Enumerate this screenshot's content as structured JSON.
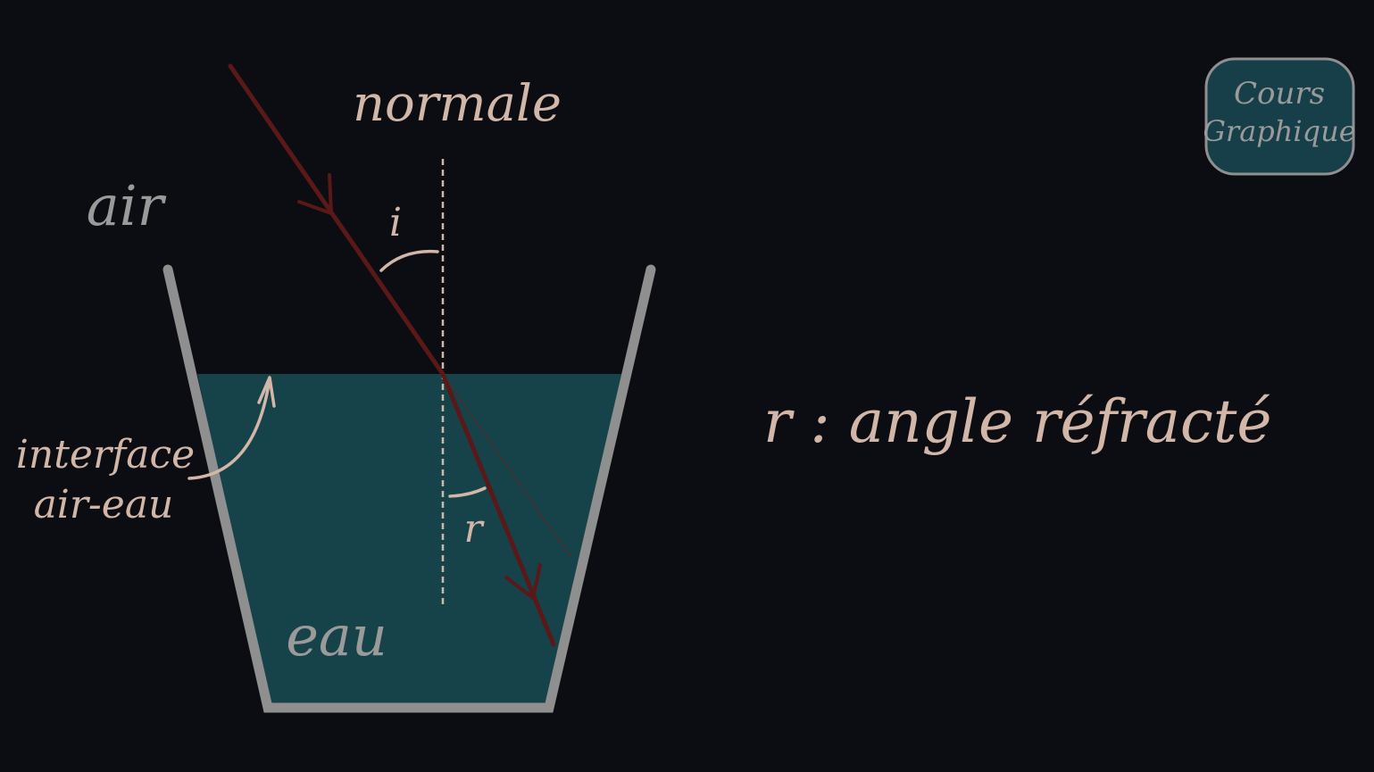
{
  "labels": {
    "normal": "normale",
    "medium_top": "air",
    "medium_bottom": "eau",
    "incidence_angle": "i",
    "refraction_angle": "r",
    "interface_line1": "interface",
    "interface_line2": "air-eau",
    "caption": "r : angle réfracté"
  },
  "logo": {
    "line1": "Cours",
    "line2": "Graphique"
  },
  "colors": {
    "background": "#0b0d12",
    "water": "#16424a",
    "glass": "#8f8f8f",
    "ray": "#5a1818",
    "text": "#d2b6a8",
    "muted_text": "#9a9a9a",
    "logo_bg": "#163f4a"
  }
}
